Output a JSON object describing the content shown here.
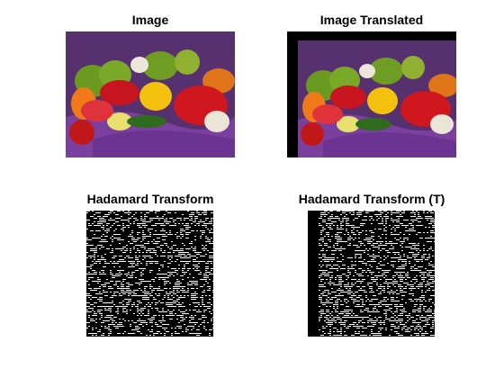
{
  "figure": {
    "background": "#ffffff",
    "panels": [
      {
        "id": "image",
        "title": "Image",
        "content": "photo-peppers"
      },
      {
        "id": "image-translated",
        "title": "Image Translated",
        "content": "photo-peppers-shifted"
      },
      {
        "id": "hadamard",
        "title": "Hadamard Transform",
        "content": "binary-transform"
      },
      {
        "id": "hadamard-t",
        "title": "Hadamard Transform (T)",
        "content": "binary-transform-shifted"
      }
    ]
  },
  "colors": {
    "backdrop_purple": "#5a2f7a",
    "cloth_purple": "#7b3fa0",
    "pepper_red": "#c8141e",
    "pepper_green": "#6a9a20",
    "pepper_yellow": "#f4c20e",
    "pepper_orange": "#f07a1a",
    "garlic_white": "#e8e2d8",
    "shift_black": "#000000"
  }
}
